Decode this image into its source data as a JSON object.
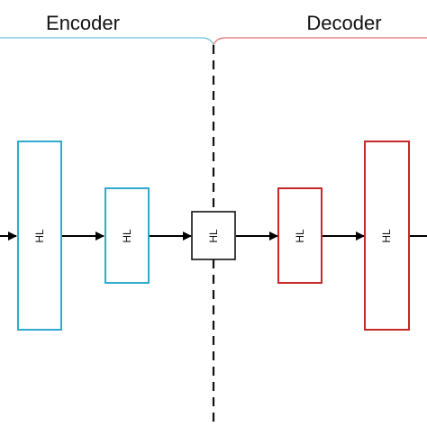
{
  "header": {
    "encoder_label": "Encoder",
    "decoder_label": "Decoder"
  },
  "colors": {
    "encoder": "#30a9cf",
    "decoder": "#c62828",
    "bottleneck": "#111111",
    "divider": "#111111",
    "arrow": "#000000",
    "brace_encoder": "#6cc3e0",
    "brace_decoder": "#e07070"
  },
  "layers": [
    {
      "label": "HL",
      "group": "encoder"
    },
    {
      "label": "HL",
      "group": "encoder"
    },
    {
      "label": "HL",
      "group": "bottleneck"
    },
    {
      "label": "HL",
      "group": "decoder"
    },
    {
      "label": "HL",
      "group": "decoder"
    }
  ]
}
